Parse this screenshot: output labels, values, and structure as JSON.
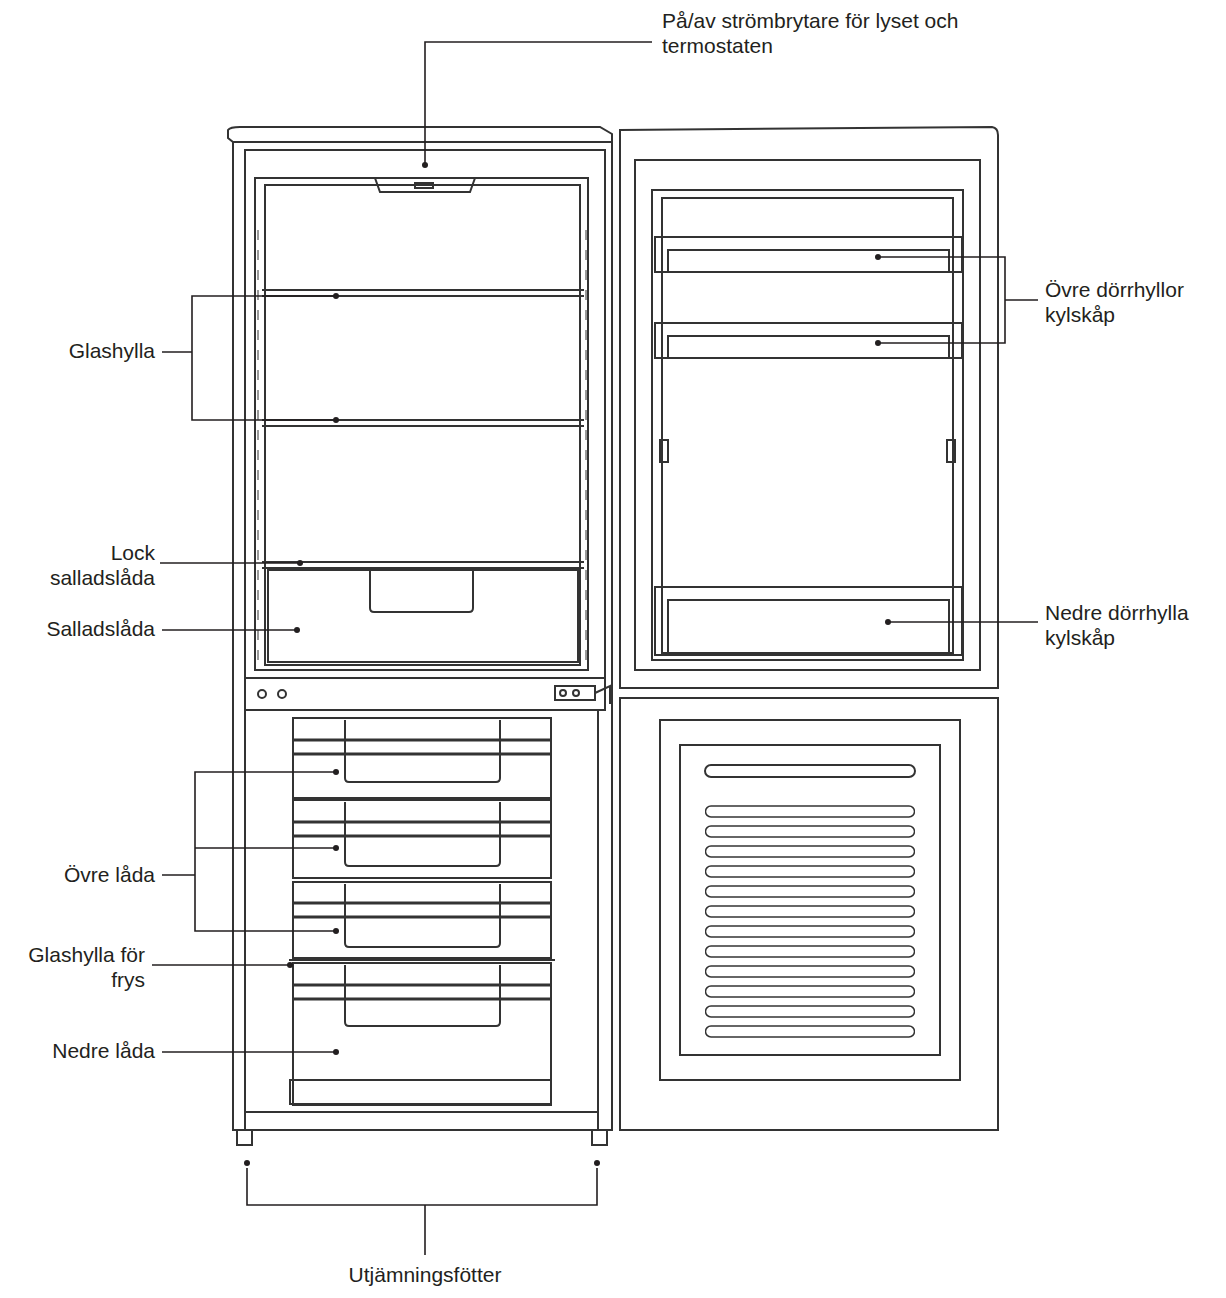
{
  "diagram": {
    "labels": [
      "På/av strömbrytare för lyset och termostaten",
      "Glashylla",
      "Övre dörrhyllor kylskåp",
      "Lock salladslåda",
      "Salladslåda",
      "Nedre dörrhylla kylskåp",
      "Övre låda",
      "Glashylla för frys",
      "Nedre låda",
      "Utjämningsfötter"
    ]
  }
}
